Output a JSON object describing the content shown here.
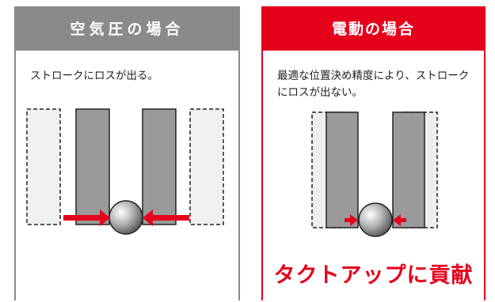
{
  "panels": {
    "pneumatic": {
      "title": "空気圧の場合",
      "description": "ストロークにロスが出る。"
    },
    "electric": {
      "title": "電動の場合",
      "description": "最適な位置決め精度により、ストロークにロスが出ない。",
      "tagline": "タクトアップに貢献"
    }
  },
  "colors": {
    "accent": "#e5001c",
    "neutral": "#8a8a8a"
  }
}
